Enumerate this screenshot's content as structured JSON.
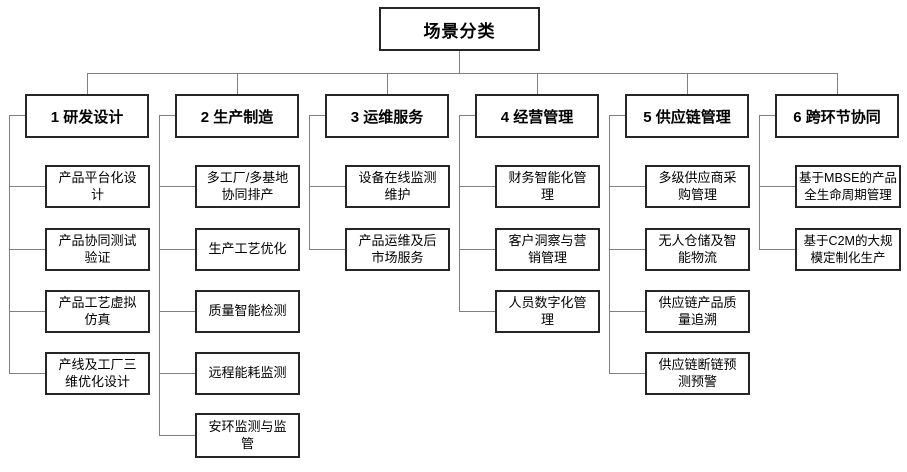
{
  "root": {
    "label": "场景分类"
  },
  "columns": [
    {
      "header": "1 研发设计",
      "items": [
        "产品平台化设计",
        "产品协同测试验证",
        "产品工艺虚拟仿真",
        "产线及工厂三维优化设计"
      ]
    },
    {
      "header": "2 生产制造",
      "items": [
        "多工厂/多基地协同排产",
        "生产工艺优化",
        "质量智能检测",
        "远程能耗监测",
        "安环监测与监管"
      ]
    },
    {
      "header": "3 运维服务",
      "items": [
        "设备在线监测维护",
        "产品运维及后市场服务"
      ]
    },
    {
      "header": "4 经营管理",
      "items": [
        "财务智能化管理",
        "客户洞察与营销管理",
        "人员数字化管理"
      ]
    },
    {
      "header": "5 供应链管理",
      "items": [
        "多级供应商采购管理",
        "无人仓储及智能物流",
        "供应链产品质量追溯",
        "供应链断链预测预警"
      ]
    },
    {
      "header": "6 跨环节协同",
      "items": [
        "基于MBSE的产品全生命周期管理",
        "基于C2M的大规模定制化生产"
      ]
    }
  ],
  "colors": {
    "background": "#ffffff",
    "box_border": "#262626",
    "text": "#000000",
    "connector": "#808080"
  }
}
